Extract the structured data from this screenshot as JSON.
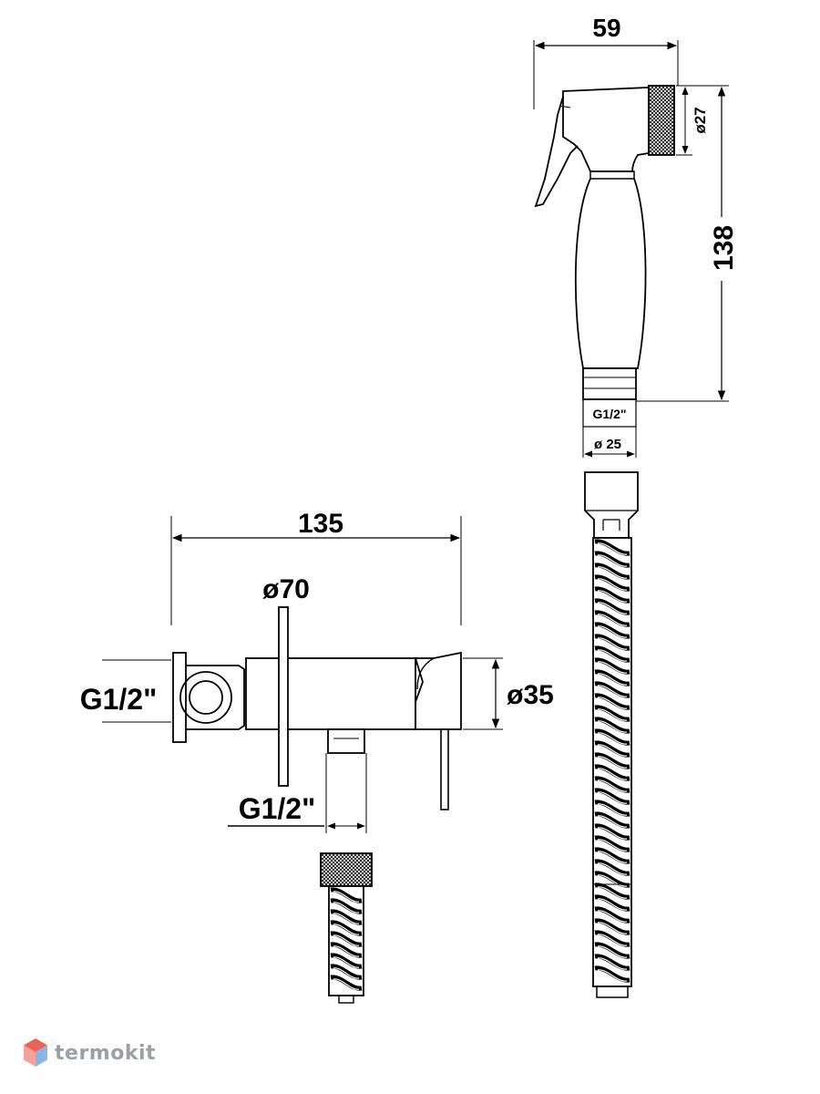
{
  "diagram": {
    "dimensions": {
      "sprayer_width": "59",
      "sprayer_head_diameter": "ø27",
      "sprayer_length": "138",
      "sprayer_thread": "G1/2\"",
      "sprayer_base_diameter": "ø 25",
      "valve_length": "135",
      "flange_diameter": "ø70",
      "valve_body_diameter": "ø35",
      "valve_inlet_thread": "G1/2\"",
      "valve_outlet_thread": "G1/2\""
    },
    "colors": {
      "line": "#000000",
      "watermark_text": "#9aa0a6",
      "logo_red": "#e8645a",
      "logo_blue": "#8db4e8"
    }
  },
  "watermark": {
    "brand": "termokit",
    "icon": "hexagon-cube-icon"
  }
}
